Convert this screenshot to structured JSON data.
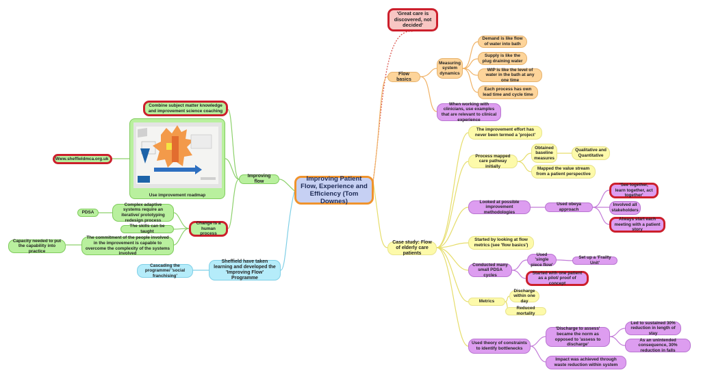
{
  "root": {
    "text": "Improving Patient Flow, Experience and Efficiency (Tom Downes)"
  },
  "top_quote": "'Great care is discovered, not decided'",
  "flow_basics": {
    "label": "Flow basics",
    "measuring": "Measuring system dynamics",
    "analogies": [
      "Demand is like flow of water into bath",
      "Supply is like the plug draining water",
      "WIP is like the level of water in the bath at any one time",
      "Each process has own lead time and cycle time"
    ],
    "clinicians": "When working with clinicians, use examples that are relevant to clinical experience"
  },
  "case_study": {
    "label": "Case study: Flow of elderly care patients",
    "never_project": "The improvement effort has never been termed a 'project'",
    "process_mapped": "Process mapped care pathway initially",
    "baseline": "Obtained baseline measures",
    "qual_quant": "Qualitative and Quantitative",
    "value_stream": "Mapped the value stream from a patient perspective",
    "methodologies": "Looked at possible improvement methodologies",
    "obeya": "Used obeya approach",
    "see_together": "'See together, learn together, act together'",
    "stakeholders": "Involved all stakeholders",
    "patient_story": "Always start each meeting with a patient story",
    "flow_metrics": "Started by looking at flow metrics (see 'flow basics')",
    "pdsa_cycles": "Conducted many small PDSA cycles",
    "single_piece": "Used 'single piece flow'",
    "frailty": "Set up a 'Frailty Unit'",
    "one_patient": "Started with one patient as a pilot/ proof of concept",
    "metrics": "Metrics",
    "discharge_day": "Discharge within one day",
    "mortality": "Reduced mortality",
    "constraints": "Used theory of constraints to identify bottlenecks",
    "discharge_assess": "'Discharge to assess' became the norm as opposed to 'assess to discharge'",
    "sustained": "Led to sustained 30% reduction in length of stay",
    "falls": "As an unintended consequence, 30% reduction in falls",
    "waste": "Impact was achieved through waste reduction within system"
  },
  "improving_flow": {
    "label": "Improving flow",
    "combine": "Combine subject matter knowledge and improvement science coaching",
    "roadmap_caption": "Use improvement roadmap",
    "website": "Www.sheffieldmca.org.uk",
    "change": "Change is a human process",
    "complex": "Complex adaptive systems require an iterative/ prototyping redesign process",
    "pdsa": "PDSA",
    "skills": "The skills can be taught",
    "commitment": "The commitment of the people involved in the improvement is capable to overcome the complexity of the systems involved",
    "capacity": "Capacity needed to put the capability into practice"
  },
  "sheffield": {
    "label": "Sheffield have taken learning and developed the 'Improving Flow' Programme",
    "cascading": "Cascading the programme/ 'social franchising'"
  },
  "colors": {
    "yellow": "#fdfaaa",
    "orange": "#fdd49a",
    "purple": "#dd9df0",
    "green": "#b9f09e",
    "cyan": "#b5ecfa",
    "red": "#cc1f2c",
    "root_border": "#f0932c"
  }
}
